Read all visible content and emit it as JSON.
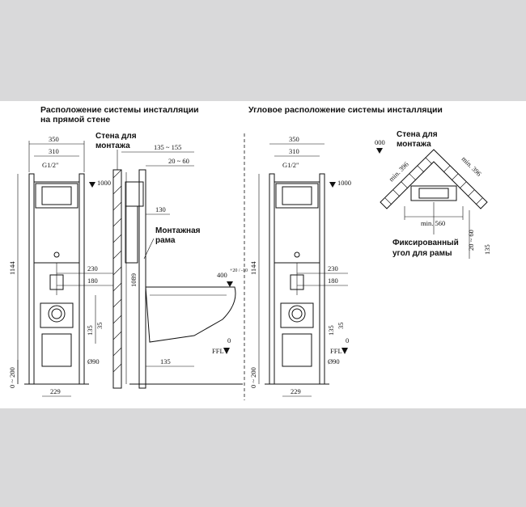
{
  "titles": {
    "left_line1": "Расположение  системы инсталляции",
    "left_line2": "на прямой  стене",
    "right": "Угловое расположение системы инсталляции"
  },
  "labels": {
    "wall_line1": "Стена для",
    "wall_line2": "монтажа",
    "frame_line1": "Монтажная",
    "frame_line2": "рама",
    "corner_line1": "Фиксированный",
    "corner_line2": "угол для рамы",
    "wall2_line1": "Стена для",
    "wall2_line2": "монтажа"
  },
  "dims": {
    "w350": "350",
    "w310": "310",
    "g12": "G1/2\"",
    "h1000": "1000",
    "h1144": "1144",
    "h1089": "1089",
    "d135_155": "135 ~ 155",
    "d20_60": "20 ~ 60",
    "d130": "130",
    "d230": "230",
    "d180": "180",
    "d135": "135",
    "d35": "35",
    "d0_200": "0 ~ 200",
    "d90": "Ø90",
    "d229": "229",
    "d135b": "135",
    "h400": "400",
    "tol": "+20 / -10",
    "ffl": "FFL",
    "zero": "0",
    "min396a": "min. 396",
    "min396b": "min. 396",
    "min560": "min. 560",
    "d20_60v": "20 ~ 60",
    "d135v": "135",
    "h000": "000"
  }
}
